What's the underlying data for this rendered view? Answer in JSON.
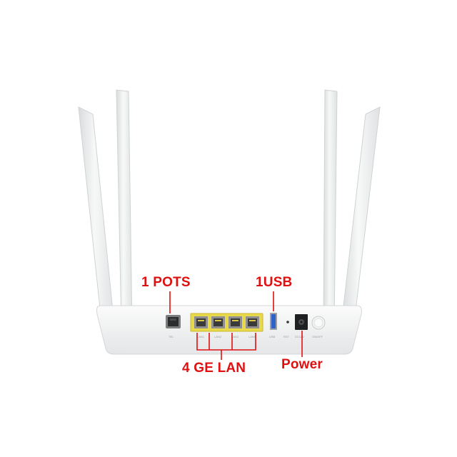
{
  "callouts": {
    "pots": "1 POTS",
    "usb": "1USB",
    "lan": "4 GE LAN",
    "power": "Power"
  },
  "port_labels": {
    "tel": "TEL",
    "lan1": "LAN1",
    "lan2": "LAN2",
    "lan3": "LAN3",
    "lan4": "LAN4",
    "usb": "USB",
    "rst": "RST",
    "dc": "DC12V",
    "onoff": "ON/OFF"
  },
  "colors": {
    "callout": "#e01010",
    "lan_block": "#e8d94a",
    "usb_port": "#2f62c9",
    "body": "#f1f2f2"
  }
}
